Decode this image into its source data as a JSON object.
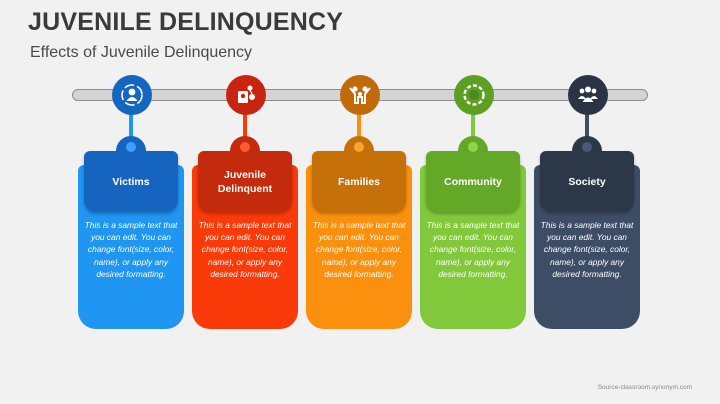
{
  "header": {
    "title": "JUVENILE DELINQUENCY",
    "subtitle": "Effects of Juvenile Delinquency"
  },
  "items": [
    {
      "label": "Victims",
      "icon": "victim-person-icon",
      "body": "This is a sample text that you can edit. You can change font(size, color, name), or apply any desired formatting.",
      "colors": {
        "node": "#1566c0",
        "head": "#1565c0",
        "card": "#1e96f2",
        "dot": "#3aa0ff"
      }
    },
    {
      "label": "Juvenile Delinquent",
      "icon": "delinquent-icon",
      "body": "This is a sample text that you can edit. You can change font(size, color, name), or apply any desired formatting.",
      "colors": {
        "node": "#c8240f",
        "head": "#c42a0c",
        "card": "#fb3a0a",
        "dot": "#ff5a2a"
      }
    },
    {
      "label": "Families",
      "icon": "family-icon",
      "body": "This is a sample text that you can edit. You can change font(size, color, name), or apply any desired formatting.",
      "colors": {
        "node": "#c26a0a",
        "head": "#c6700a",
        "card": "#fb900f",
        "dot": "#ffa030"
      }
    },
    {
      "label": "Community",
      "icon": "community-icon",
      "body": "This is a sample text that you can edit. You can change font(size, color, name), or apply any desired formatting.",
      "colors": {
        "node": "#5c9f23",
        "head": "#64a827",
        "card": "#82c83b",
        "dot": "#8fd54a"
      }
    },
    {
      "label": "Society",
      "icon": "society-group-icon",
      "body": "This is a sample text that you can edit. You can change font(size, color, name), or apply any desired formatting.",
      "colors": {
        "node": "#2a3445",
        "head": "#2c3748",
        "card": "#3e4d66",
        "dot": "#4a5a74"
      }
    }
  ],
  "footer": {
    "source": "Source-classroom.synonym.com"
  }
}
